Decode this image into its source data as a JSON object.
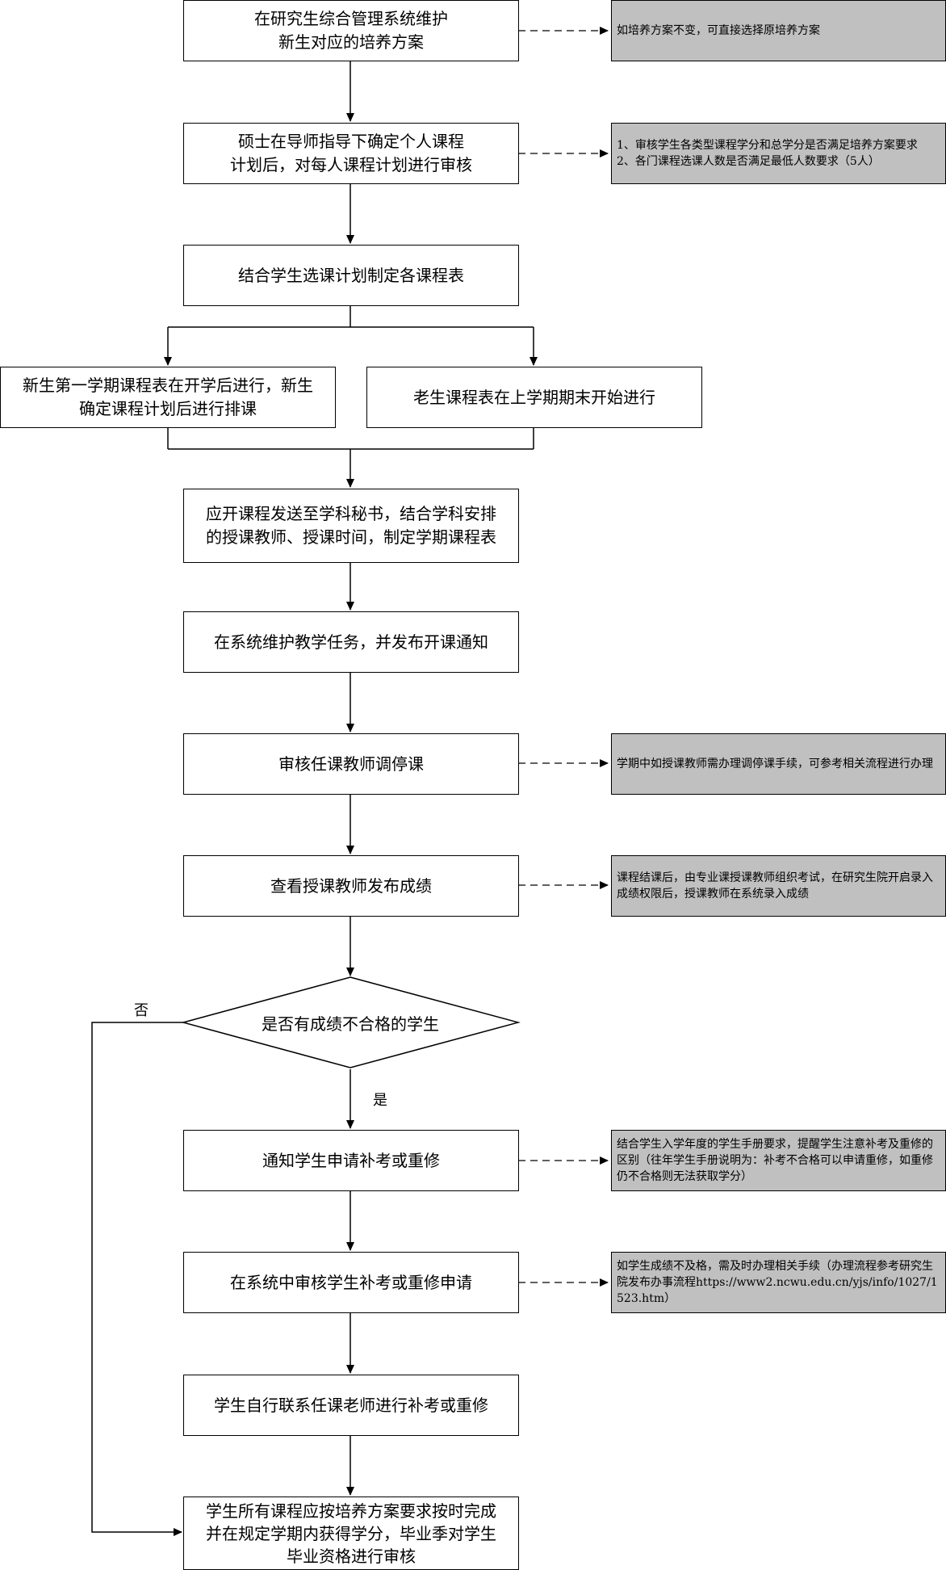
{
  "colors": {
    "line": "#000000",
    "box_fill": "#ffffff",
    "note_fill": "#c0c0c0"
  },
  "steps": {
    "step1": "在研究生综合管理系统维护\n新生对应的培养方案",
    "step2": "硕士在导师指导下确定个人课程\n计划后，对每人课程计划进行审核",
    "step3": "结合学生选课计划制定各课程表",
    "step4a": "新生第一学期课程表在开学后进行，新生\n确定课程计划后进行排课",
    "step4b": "老生课程表在上学期期末开始进行",
    "step5": "应开课程发送至学科秘书，结合学科安排\n的授课教师、授课时间，制定学期课程表",
    "step6": "在系统维护教学任务，并发布开课通知",
    "step7": "审核任课教师调停课",
    "step8": "查看授课教师发布成绩",
    "decision": "是否有成绩不合格的学生",
    "step9": "通知学生申请补考或重修",
    "step10": "在系统中审核学生补考或重修申请",
    "step11": "学生自行联系任课老师进行补考或重修",
    "step12": "学生所有课程应按培养方案要求按时完成\n并在规定学期内获得学分，毕业季对学生\n毕业资格进行审核"
  },
  "branches": {
    "yes": "是",
    "no": "否"
  },
  "notes": {
    "note1": "如培养方案不变，可直接选择原培养方案",
    "note2": "1、审核学生各类型课程学分和总学分是否满足培养方案要求\n2、各门课程选课人数是否满足最低人数要求（5人）",
    "note3": "学期中如授课教师需办理调停课手续，可参考相关流程进行办理",
    "note4": "课程结课后，由专业课授课教师组织考试，在研究生院开启录入成绩权限后，授课教师在系统录入成绩",
    "note5": "结合学生入学年度的学生手册要求，提醒学生注意补考及重修的区别（往年学生手册说明为：补考不合格可以申请重修，如重修仍不合格则无法获取学分）",
    "note6": "如学生成绩不及格，需及时办理相关手续（办理流程参考研究生院发布办事流程https://www2.ncwu.edu.cn/yjs/info/1027/1523.htm）"
  }
}
